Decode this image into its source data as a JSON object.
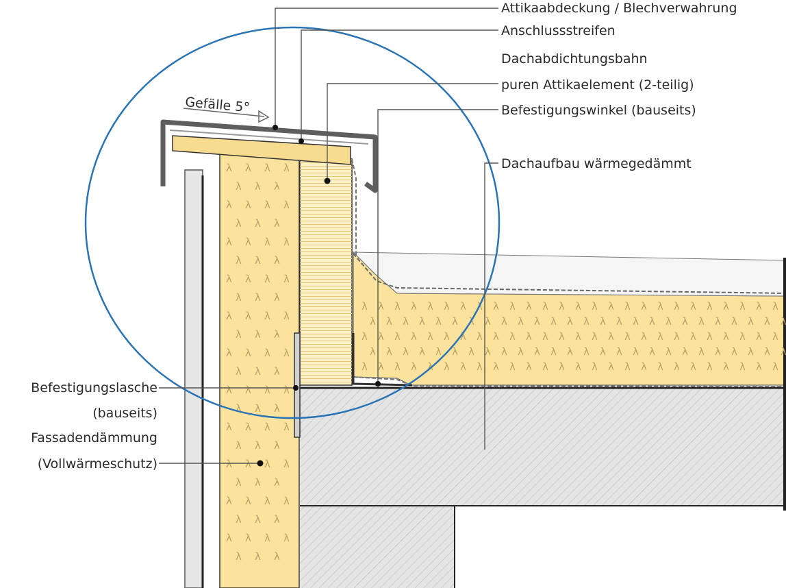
{
  "labels": {
    "attika_abdeckung": "Attikaabdeckung / Blechverwahrung",
    "anschlussstreifen": "Anschlussstreifen",
    "dachabdichtungsbahn": "Dachabdichtungsbahn",
    "attikaelement": "puren Attikaelement (2-teilig)",
    "befestigungswinkel": "Befestigungswinkel (bauseits)",
    "dachaufbau": "Dachaufbau wärmegedämmt",
    "befestigungslasche_1": "Befestigungslasche",
    "befestigungslasche_2": "(bauseits)",
    "fassadendaemmung_1": "Fassadendämmung",
    "fassadendaemmung_2": "(Vollwärmeschutz)",
    "gefaelle": "Gefälle 5°"
  },
  "insulation_symbol": "λ",
  "colors": {
    "insulation": "#fbe39e",
    "insulation_light": "#fdf0c4",
    "concrete": "#e4e4e4",
    "metal": "#5e5e5e",
    "circle": "#2a73b5",
    "line": "#222222"
  }
}
